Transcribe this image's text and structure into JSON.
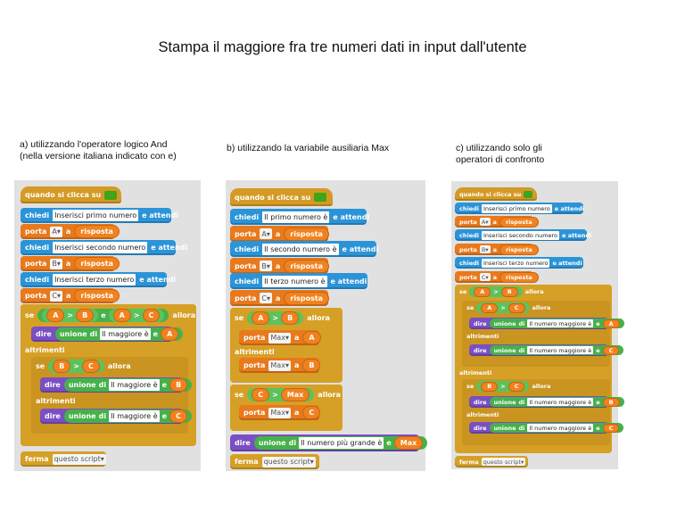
{
  "title": "Stampa il maggiore fra tre numeri dati in input dall'utente",
  "captions": {
    "a": [
      "a) utilizzando l'operatore logico And",
      "(nella versione italiana indicato con e)"
    ],
    "b": [
      "b) utilizzando la variabile ausiliaria Max"
    ],
    "c": [
      "c) utilizzando solo gli",
      "operatori di confronto"
    ]
  },
  "blocks": {
    "event": "quando si clicca su",
    "ask": "chiedi",
    "and_wait": "e attendi",
    "set": "porta",
    "to": "a",
    "answer": "risposta",
    "if": "se",
    "then": "allora",
    "else": "altrimenti",
    "say": "dire",
    "join": "unione",
    "of": "di",
    "and_op": "e",
    "gt": ">",
    "stop": "ferma",
    "stop_opt": "questo script",
    "var_a": "A",
    "var_b": "B",
    "var_c": "C",
    "var_max": "Max"
  },
  "a_prompts": [
    "Inserisci primo numero",
    "Inserisci secondo numero",
    "Inserisci terzo numero"
  ],
  "a_text": [
    "Il maggiore è",
    "Il maggiore è",
    "Il maggiore è"
  ],
  "b_prompts": [
    "Il primo numero è",
    "Il secondo numero è",
    "Il terzo numero è"
  ],
  "b_text": "Il numero più grande è",
  "c_prompts": [
    "Inserisci primo numero",
    "Inserisci secondo numero",
    "Inserisci terzo numero"
  ],
  "c_text": [
    "Il numero maggiore è",
    "Il numero maggiore è",
    "Il numero maggiore è",
    "Il numero maggiore è"
  ]
}
